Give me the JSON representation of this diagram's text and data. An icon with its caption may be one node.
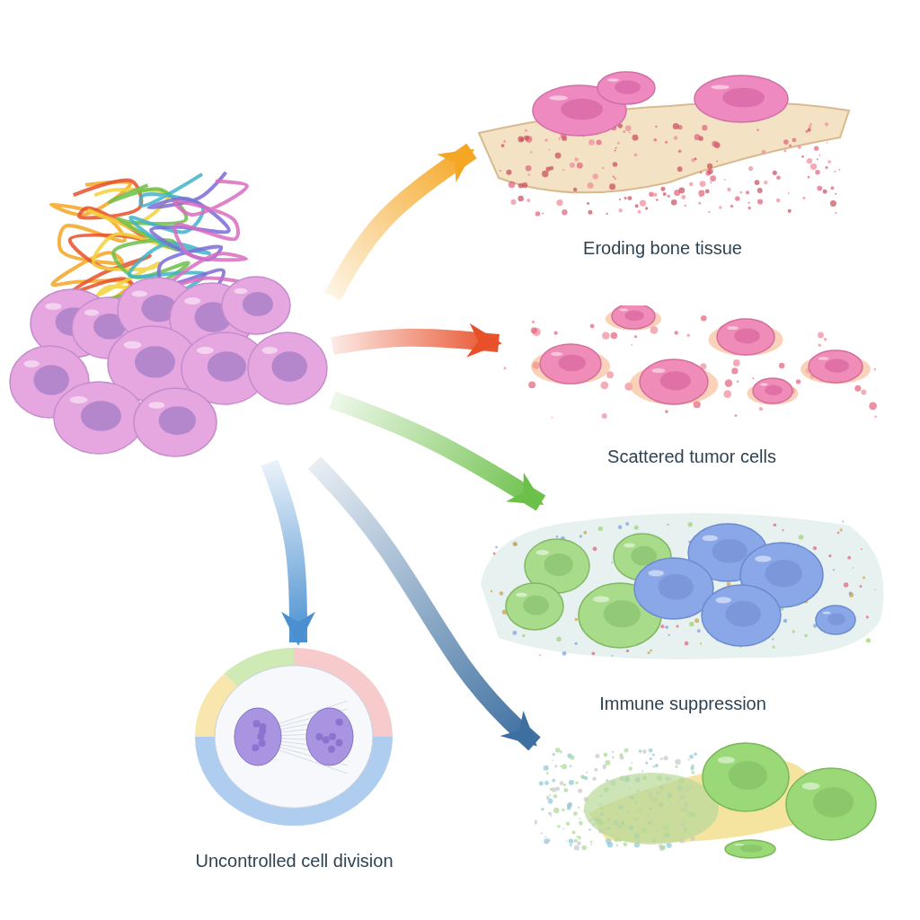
{
  "diagram": {
    "nodes": [
      {
        "text": [],
        "shape": "picture"
      },
      {
        "text": [
          "Eroding bone tissue"
        ]
      },
      {
        "text": [
          "Scattered tumor cells"
        ]
      },
      {
        "text": [
          "Immune suppression"
        ]
      },
      {
        "text": [],
        "shape": "picture"
      },
      {
        "text": [
          "Uncontrolled cell division"
        ]
      }
    ],
    "edges": [
      {
        "from": 0,
        "to": 1,
        "arrow": "to",
        "color": "#f5a623"
      },
      {
        "from": 0,
        "to": 2,
        "arrow": "to",
        "color": "#e8502a"
      },
      {
        "from": 0,
        "to": 3,
        "arrow": "to",
        "color": "#6cc04a"
      },
      {
        "from": 0,
        "to": 5,
        "arrow": "to",
        "color": "#4a90d0"
      },
      {
        "from": 0,
        "to": 4,
        "arrow": "to",
        "color": "#3d6fa0"
      }
    ]
  }
}
